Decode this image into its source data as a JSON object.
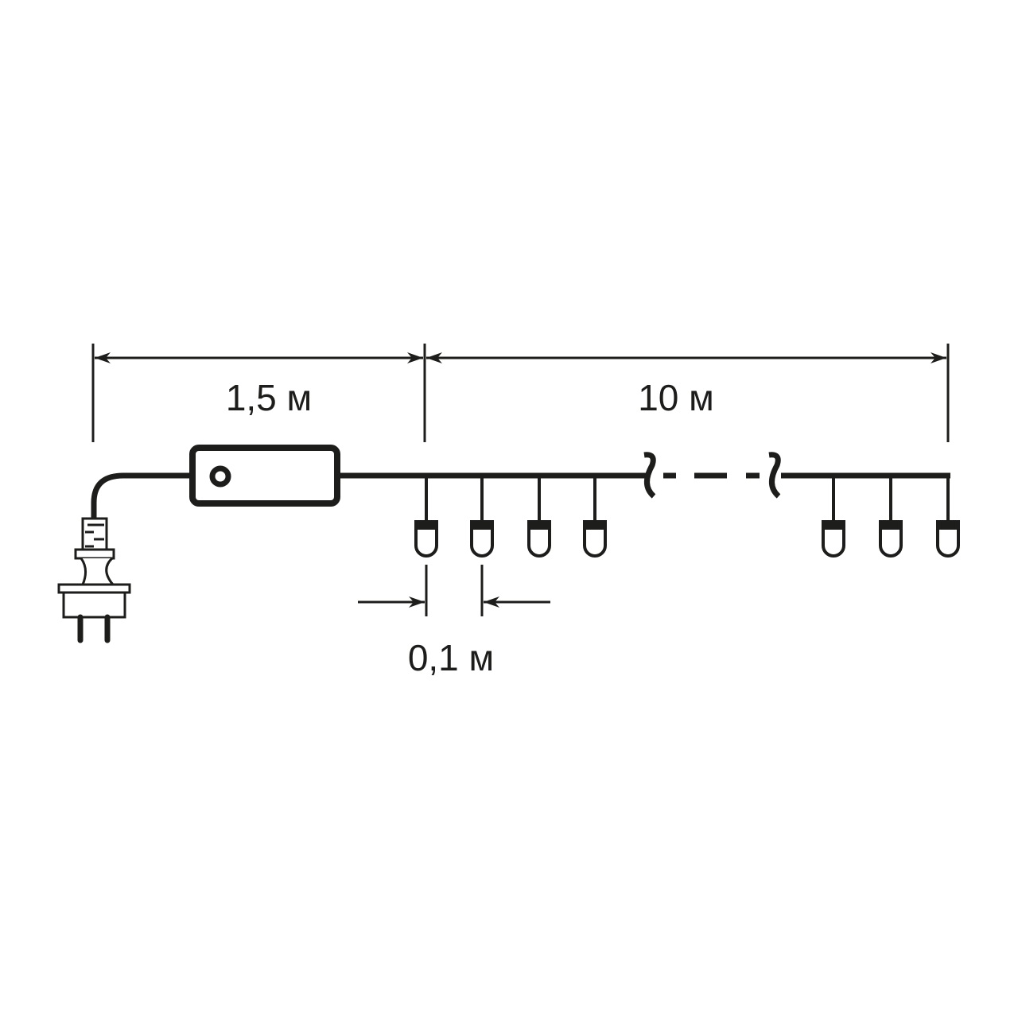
{
  "diagram": {
    "labels": {
      "lead_length": "1,5 м",
      "string_length": "10 м",
      "led_spacing": "0,1 м"
    },
    "colors": {
      "ink": "#1d1d1b",
      "background": "#ffffff"
    },
    "icons": [
      "plug-icon",
      "controller-icon",
      "led-bulb-icon",
      "break-symbol-icon",
      "dimension-arrow-icon"
    ]
  }
}
